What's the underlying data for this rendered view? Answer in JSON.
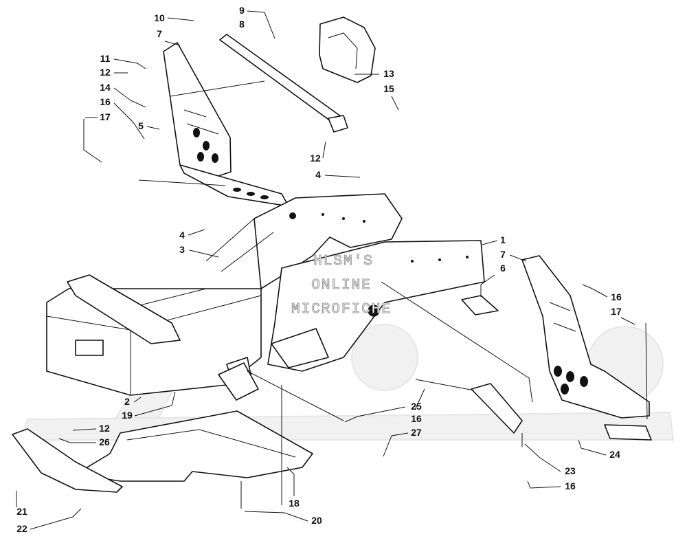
{
  "watermark": {
    "lines": [
      "HLSM'S",
      "ONLINE",
      "MICROFICHE"
    ]
  },
  "callouts": [
    {
      "id": "c10",
      "text": "10"
    },
    {
      "id": "c9",
      "text": "9"
    },
    {
      "id": "c8",
      "text": "8"
    },
    {
      "id": "c7a",
      "text": "7"
    },
    {
      "id": "c11",
      "text": "11"
    },
    {
      "id": "c12a",
      "text": "12"
    },
    {
      "id": "c14",
      "text": "14"
    },
    {
      "id": "c16a",
      "text": "16"
    },
    {
      "id": "c5",
      "text": "5"
    },
    {
      "id": "c17a",
      "text": "17"
    },
    {
      "id": "c13",
      "text": "13"
    },
    {
      "id": "c15",
      "text": "15"
    },
    {
      "id": "c12b",
      "text": "12"
    },
    {
      "id": "c4a",
      "text": "4"
    },
    {
      "id": "c4b",
      "text": "4"
    },
    {
      "id": "c3",
      "text": "3"
    },
    {
      "id": "c1",
      "text": "1"
    },
    {
      "id": "c7b",
      "text": "7"
    },
    {
      "id": "c6",
      "text": "6"
    },
    {
      "id": "c16b",
      "text": "16"
    },
    {
      "id": "c17b",
      "text": "17"
    },
    {
      "id": "c2",
      "text": "2"
    },
    {
      "id": "c19",
      "text": "19"
    },
    {
      "id": "c25",
      "text": "25"
    },
    {
      "id": "c16c",
      "text": "16"
    },
    {
      "id": "c27",
      "text": "27"
    },
    {
      "id": "c12c",
      "text": "12"
    },
    {
      "id": "c26",
      "text": "26"
    },
    {
      "id": "c24",
      "text": "24"
    },
    {
      "id": "c23",
      "text": "23"
    },
    {
      "id": "c16d",
      "text": "16"
    },
    {
      "id": "c18",
      "text": "18"
    },
    {
      "id": "c20",
      "text": "20"
    },
    {
      "id": "c21",
      "text": "21"
    },
    {
      "id": "c22",
      "text": "22"
    }
  ]
}
